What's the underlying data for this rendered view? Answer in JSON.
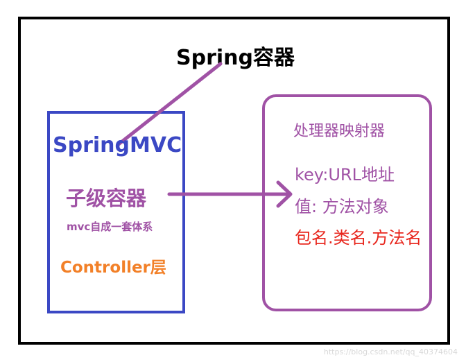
{
  "diagram": {
    "title": "Spring容器",
    "left_box": {
      "heading": "SpringMVC",
      "child_label": "子级容器",
      "note": "mvc自成一套体系",
      "layer": "Controller层"
    },
    "right_box": {
      "heading": "处理器映射器",
      "key_line": "key:URL地址",
      "value_line": "值: 方法对象",
      "package_line": "包名.类名.方法名"
    },
    "watermark": "https://blog.csdn.net/qq_40374604"
  },
  "colors": {
    "frame": "#000000",
    "title": "#000000",
    "springmvc_blue": "#3b48c4",
    "purple": "#a052a5",
    "orange": "#f28028",
    "red": "#e8261d"
  }
}
